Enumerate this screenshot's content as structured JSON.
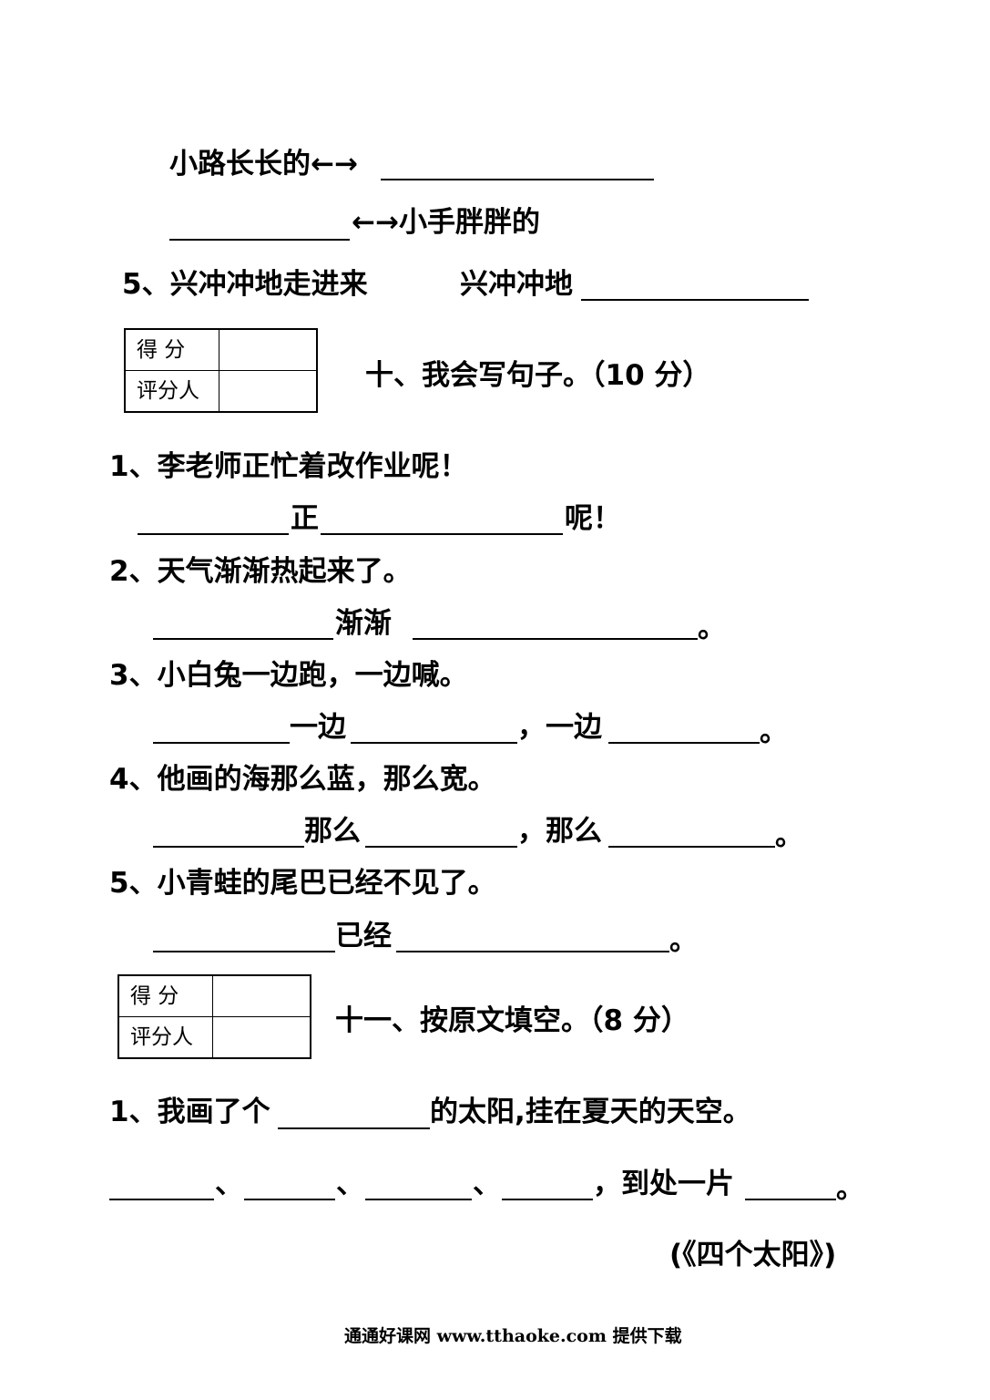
{
  "part9_tail": {
    "line_a_prefix": "小路长长的←→",
    "line_b_suffix": "←→小手胖胖的",
    "q5_sentence": "5、兴冲冲地走进来",
    "q5_prompt": "兴冲冲地"
  },
  "score_box": {
    "score_label": "得  分",
    "grader_label": "评分人"
  },
  "section10": {
    "title": "十、我会写句子。（10 分）",
    "items": [
      {
        "question": "1、李老师正忙着改作业呢！",
        "parts": [
          "正",
          "呢！"
        ]
      },
      {
        "question": "2、天气渐渐热起来了。",
        "parts": [
          "渐渐",
          "。"
        ]
      },
      {
        "question": "3、小白兔一边跑，一边喊。",
        "parts": [
          "一边",
          "，一边",
          "。"
        ]
      },
      {
        "question": "4、他画的海那么蓝，那么宽。",
        "parts": [
          "那么",
          "，那么",
          "。"
        ]
      },
      {
        "question": "5、小青蛙的尾巴已经不见了。",
        "parts": [
          "已经",
          "。"
        ]
      }
    ]
  },
  "section11": {
    "title": "十一、按原文填空。（8 分）",
    "q1_prefix": "1、我画了个",
    "q1_suffix": "的太阳,挂在夏天的天空。",
    "line2_sep1": "、",
    "line2_sep2": "、",
    "line2_sep3": "、",
    "line2_mid": "，到处一片",
    "line2_end": "。",
    "source": "(《四个太阳》)"
  },
  "footer": "通通好课网  www.tthaoke.com  提供下载"
}
